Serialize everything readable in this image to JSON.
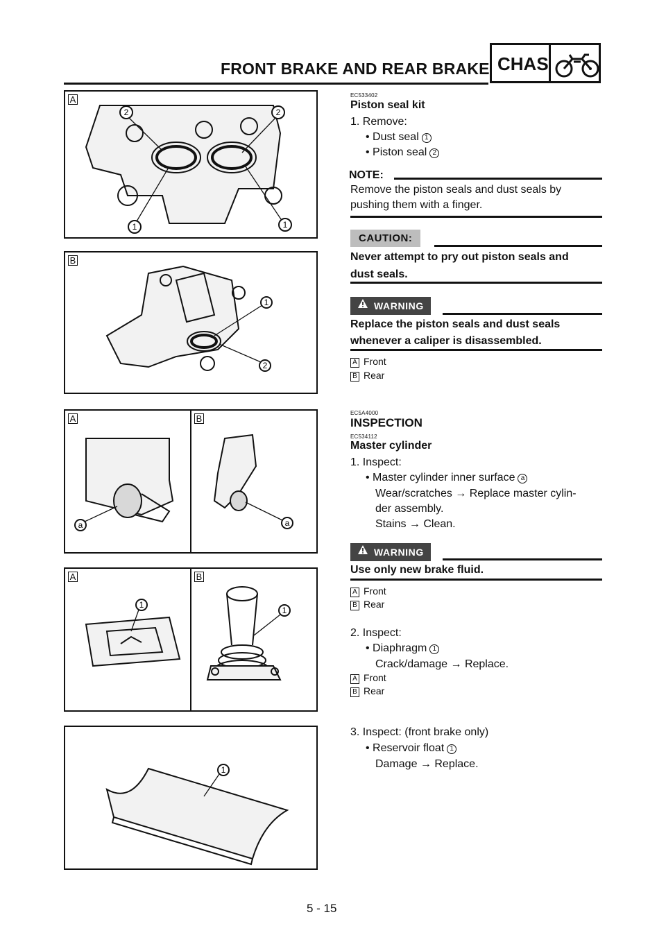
{
  "header": {
    "title": "FRONT BRAKE AND REAR BRAKE",
    "section": "CHAS",
    "section_icon": "motorcycle-icon"
  },
  "figures": {
    "fig1": {
      "label": "A",
      "callouts": [
        "2",
        "2",
        "1",
        "1"
      ]
    },
    "fig2": {
      "label": "B",
      "callouts": [
        "1",
        "2"
      ]
    },
    "fig3": {
      "label_left": "A",
      "label_right": "B",
      "callouts": [
        "a",
        "a"
      ]
    },
    "fig4": {
      "label_left": "A",
      "label_right": "B",
      "callouts": [
        "1",
        "1"
      ]
    },
    "fig5": {
      "callouts": [
        "1"
      ]
    }
  },
  "piston": {
    "code": "EC533402",
    "title": "Piston seal kit",
    "step": "1.  Remove:",
    "item1": "Dust seal",
    "item1_num": "1",
    "item2": "Piston seal",
    "item2_num": "2",
    "note_label": "NOTE:",
    "note_line1": "Remove the piston seals and dust seals by",
    "note_line2": "pushing them with a finger.",
    "caution_label": "CAUTION:",
    "caution_line1": "Never attempt to pry out piston seals and",
    "caution_line2": "dust seals.",
    "warning_label": "WARNING",
    "warning_line1": "Replace the piston seals and dust seals",
    "warning_line2": "whenever a caliper is disassembled.",
    "legend_a_key": "A",
    "legend_a": "Front",
    "legend_b_key": "B",
    "legend_b": "Rear"
  },
  "inspection": {
    "code": "EC5A4000",
    "title": "INSPECTION",
    "sub_code": "EC534112",
    "sub_title": "Master cylinder",
    "step1": "1.  Inspect:",
    "step1_item": "Master cylinder inner surface",
    "step1_item_key": "a",
    "step1_line2": "Wear/scratches → Replace master cylin-",
    "step1_line3": "der assembly.",
    "step1_line4": "Stains → Clean.",
    "warning_label": "WARNING",
    "warning_text": "Use only new brake fluid.",
    "legend1_a_key": "A",
    "legend1_a": "Front",
    "legend1_b_key": "B",
    "legend1_b": "Rear",
    "step2": "2.  Inspect:",
    "step2_item": "Diaphragm",
    "step2_item_num": "1",
    "step2_line2": "Crack/damage → Replace.",
    "legend2_a_key": "A",
    "legend2_a": "Front",
    "legend2_b_key": "B",
    "legend2_b": "Rear",
    "step3": "3.  Inspect: (front brake only)",
    "step3_item": "Reservoir float",
    "step3_item_num": "1",
    "step3_line2": "Damage → Replace."
  },
  "footer": {
    "page": "5 - 15"
  }
}
